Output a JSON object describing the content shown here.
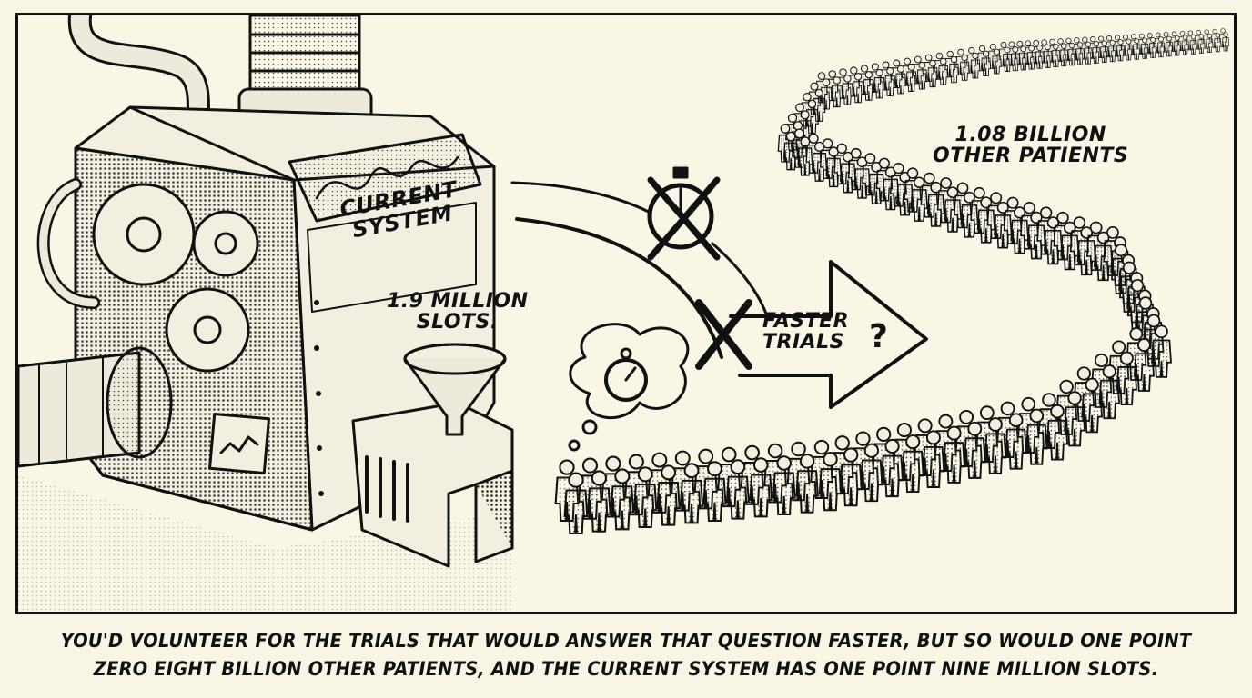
{
  "labels": {
    "machine": [
      "CURRENT",
      "SYSTEM"
    ],
    "slots": [
      "1.9 MILLION",
      "SLOTS."
    ],
    "arrow": [
      "FASTER",
      "TRIALS"
    ],
    "question_mark": "?",
    "patients": [
      "1.08 BILLION",
      "OTHER PATIENTS"
    ]
  },
  "caption": [
    "YOU'D VOLUNTEER FOR THE TRIALS THAT WOULD ANSWER THAT QUESTION FASTER, BUT SO WOULD ONE POINT",
    "ZERO EIGHT BILLION OTHER PATIENTS, AND THE CURRENT SYSTEM HAS ONE POINT NINE MILLION SLOTS."
  ],
  "colors": {
    "ink": "#111111",
    "paper": "#f9f6e6",
    "halftone": "#b9b6a6"
  }
}
